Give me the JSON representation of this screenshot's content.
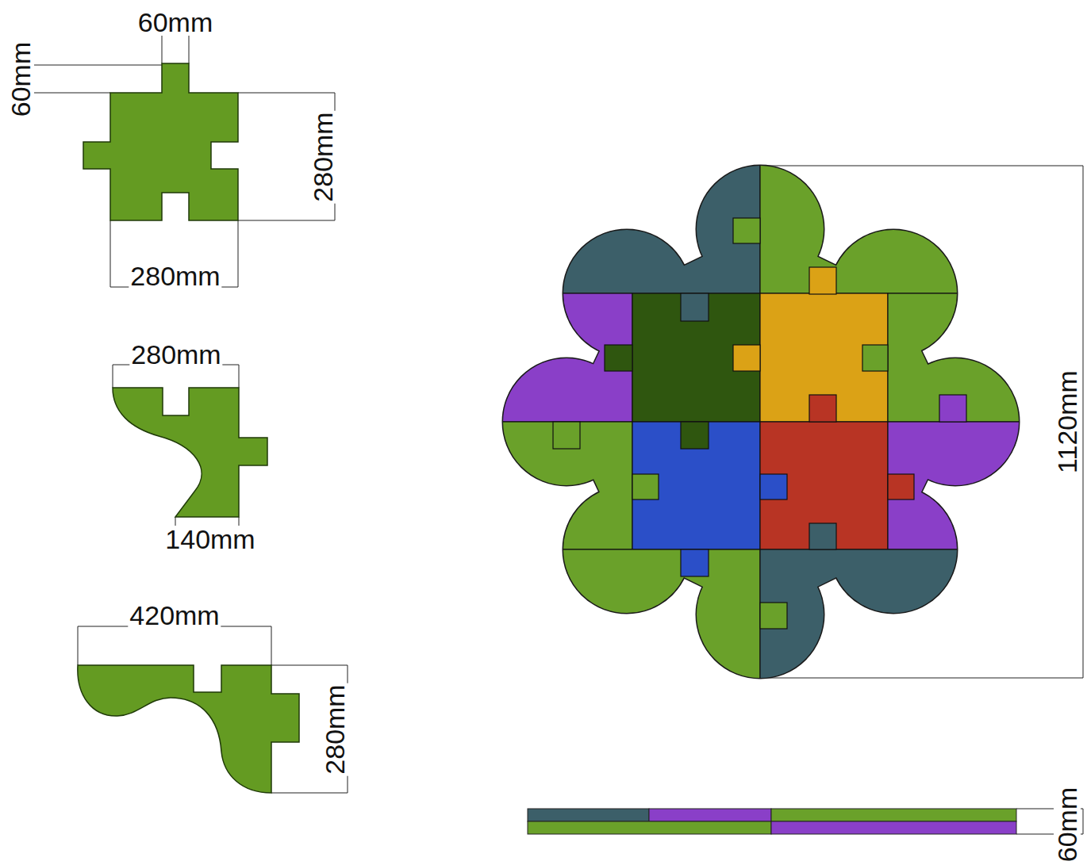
{
  "diagram": {
    "labels": [
      "60mm",
      "60mm",
      "280mm",
      "280mm",
      "280mm",
      "140mm",
      "420mm",
      "280mm",
      "1120mm",
      "60mm"
    ]
  }
}
